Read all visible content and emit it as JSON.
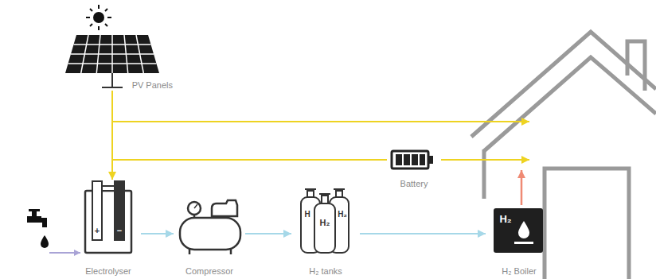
{
  "diagram": {
    "nodes": [
      {
        "text": [
          "PV Panels"
        ]
      },
      {
        "text": [
          "Battery"
        ]
      },
      {
        "text": [
          "Electrolyser"
        ]
      },
      {
        "text": [
          "Compressor"
        ]
      },
      {
        "text": [
          "H₂ tanks"
        ]
      },
      {
        "text": [
          "H₂ Boiler"
        ]
      }
    ],
    "edges": [
      {
        "from": 0,
        "to": 2,
        "arrow": "to"
      },
      {
        "from": 0,
        "to": 1,
        "arrow": "none"
      },
      {
        "from": 2,
        "to": 3,
        "arrow": "to"
      },
      {
        "from": 3,
        "to": 4,
        "arrow": "to"
      },
      {
        "from": 4,
        "to": 5,
        "arrow": "to"
      }
    ],
    "labels": [
      "+",
      "−",
      "H",
      "H₂",
      "H₂",
      "H₂"
    ]
  }
}
